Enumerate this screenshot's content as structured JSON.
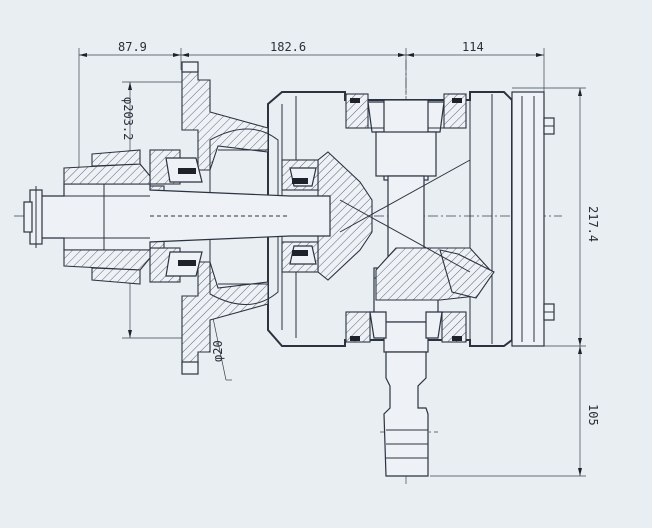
{
  "dimensions": {
    "d1": "87.9",
    "d2": "182.6",
    "d3": "114",
    "d4": "217.4",
    "d5": "105",
    "diam1": "φ203.2",
    "diam2": "φ20"
  },
  "colors": {
    "background": "#e9eef3",
    "line": "#2c3340"
  }
}
